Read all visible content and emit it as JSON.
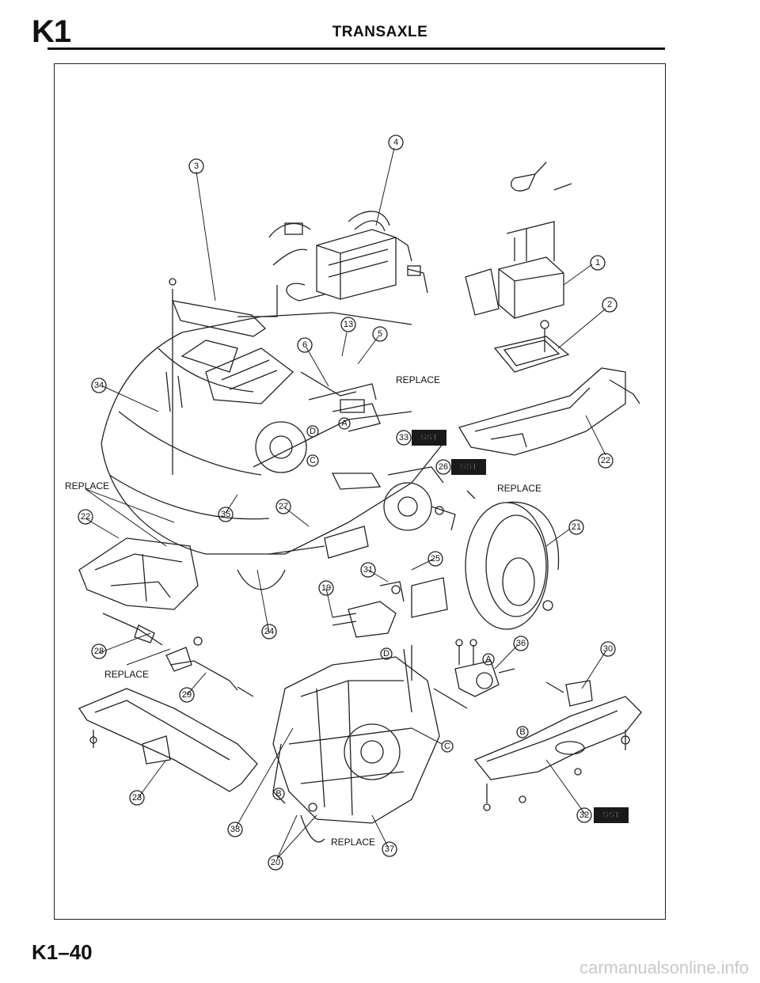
{
  "header": {
    "section_code": "K1",
    "title": "TRANSAXLE"
  },
  "footer": {
    "page_number": "K1–40",
    "watermark": "carmanualsonline.info"
  },
  "diagram": {
    "callouts": [
      "1",
      "2",
      "3",
      "4",
      "5",
      "6",
      "13",
      "19",
      "20",
      "21",
      "22",
      "22",
      "23",
      "24",
      "25",
      "26",
      "27",
      "28",
      "29",
      "30",
      "31",
      "32",
      "33",
      "34",
      "35",
      "36",
      "37",
      "38"
    ],
    "letter_marks": [
      "A",
      "A",
      "B",
      "B",
      "C",
      "C",
      "D",
      "D"
    ],
    "replace_label": "REPLACE",
    "sst_label": "SST"
  }
}
